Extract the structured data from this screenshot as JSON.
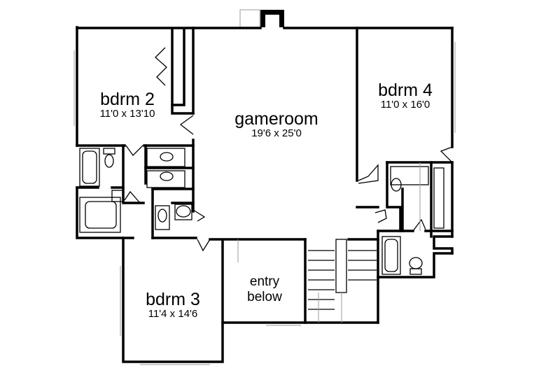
{
  "rooms": {
    "bedroom2": {
      "name": "bdrm 2",
      "size": "11'0 x 13'10"
    },
    "gameroom": {
      "name": "gameroom",
      "size": "19'6 x 25'0"
    },
    "bedroom4": {
      "name": "bdrm 4",
      "size": "11'0 x 16'0"
    },
    "bedroom3": {
      "name": "bdrm 3",
      "size": "11'4 x 14'6"
    },
    "entry": {
      "line1": "entry",
      "line2": "below"
    }
  }
}
